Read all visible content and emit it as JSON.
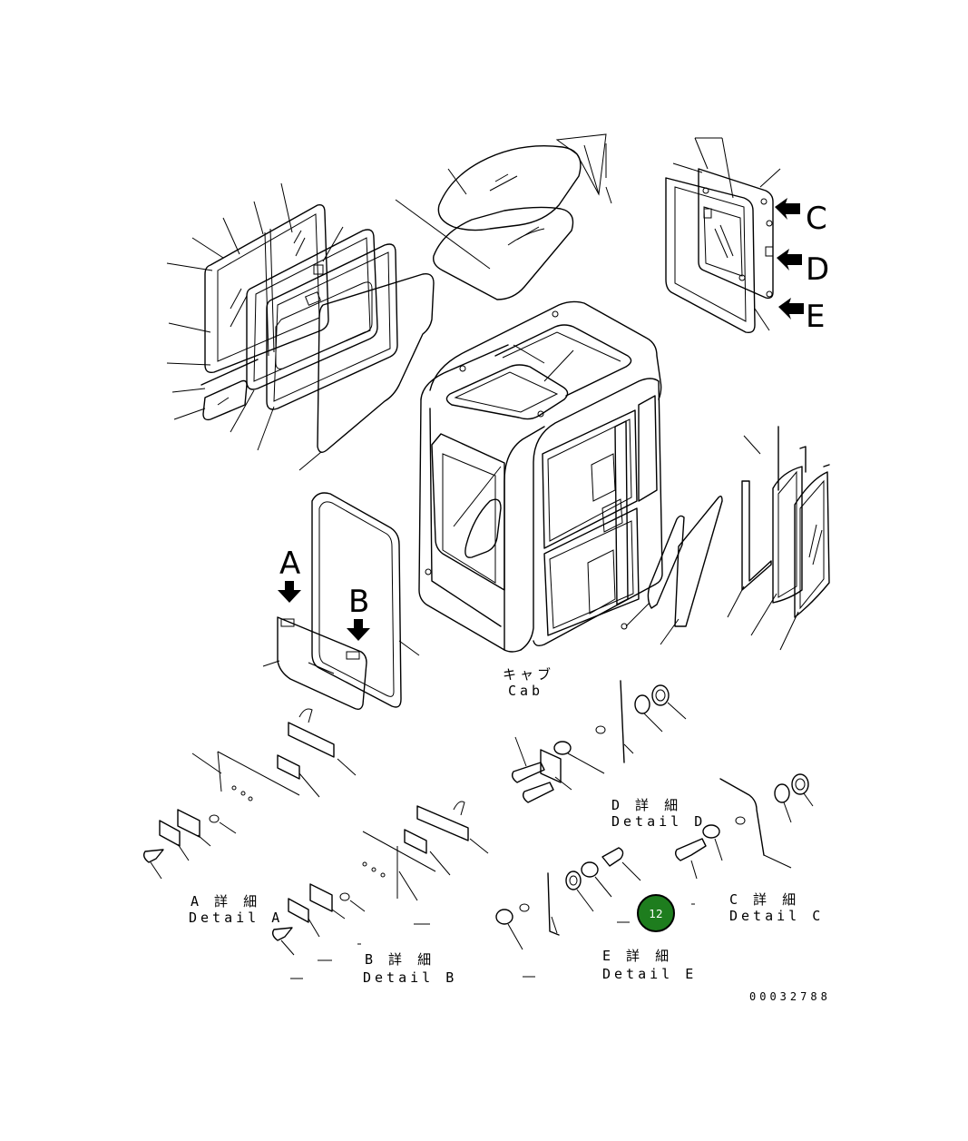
{
  "drawing": {
    "number": "00032788",
    "cab_label_jp": "キャブ",
    "cab_label_en": "Cab"
  },
  "arrow_letters": [
    "A",
    "B",
    "C",
    "D",
    "E"
  ],
  "details": [
    {
      "id": "A",
      "jp": "A 詳 細",
      "en": "Detail A"
    },
    {
      "id": "B",
      "jp": "B 詳 細",
      "en": "Detail B"
    },
    {
      "id": "C",
      "jp": "C 詳 細",
      "en": "Detail C"
    },
    {
      "id": "D",
      "jp": "D 詳 細",
      "en": "Detail D"
    },
    {
      "id": "E",
      "jp": "E 詳 細",
      "en": "Detail E"
    }
  ],
  "callout": {
    "number": "12",
    "color": "#1e7d1e",
    "ring_color": "#000000"
  }
}
